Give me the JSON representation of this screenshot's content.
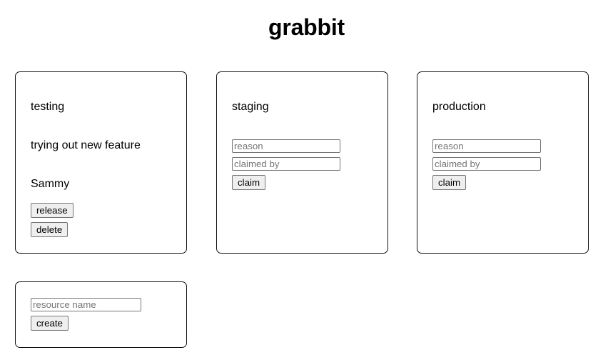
{
  "app": {
    "title": "grabbit"
  },
  "resources": [
    {
      "name": "testing",
      "state": "claimed",
      "reason": "trying out new feature",
      "claimed_by": "Sammy",
      "buttons": [
        {
          "label": "release",
          "action": "release"
        },
        {
          "label": "delete",
          "action": "delete"
        }
      ]
    },
    {
      "name": "staging",
      "state": "free",
      "reason_placeholder": "reason",
      "reason_value": "",
      "claimed_by_placeholder": "claimed by",
      "claimed_by_value": "",
      "claim_button_label": "claim"
    },
    {
      "name": "production",
      "state": "free",
      "reason_placeholder": "reason",
      "reason_value": "",
      "claimed_by_placeholder": "claimed by",
      "claimed_by_value": "",
      "claim_button_label": "claim"
    }
  ],
  "create_form": {
    "resource_name_placeholder": "resource name",
    "resource_name_value": "",
    "create_button_label": "create"
  },
  "colors": {
    "page_background": "#ffffff",
    "text": "#000000",
    "card_border": "#111111",
    "control_border": "#767676",
    "button_background": "#efefef",
    "placeholder_text": "#757575"
  }
}
